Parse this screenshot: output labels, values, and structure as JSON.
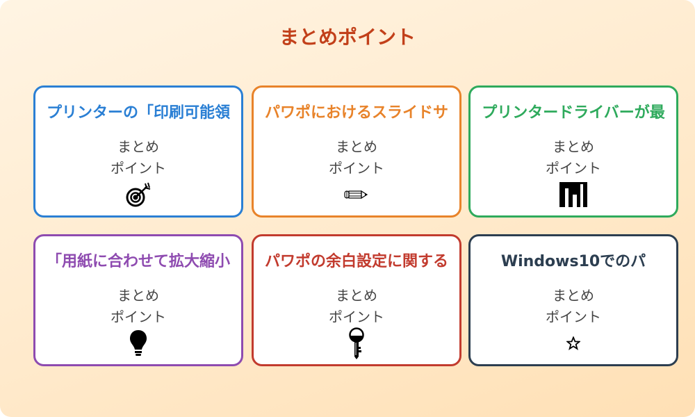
{
  "header": {
    "title": "まとめポイント"
  },
  "colors": {
    "title": "#c2401a",
    "body_text": "#444444",
    "background_start": "#fff4e3",
    "background_end": "#ffe0b5"
  },
  "cards": [
    {
      "title": "プリンターの「印刷可能領",
      "line1": "まとめ",
      "line2": "ポイント",
      "icon": "target-arrow-icon",
      "color": "#2a7fd4"
    },
    {
      "title": "パワポにおけるスライドサ",
      "line1": "まとめ",
      "line2": "ポイント",
      "icon": "pencil-icon",
      "color": "#e8832a"
    },
    {
      "title": "プリンタードライバーが最",
      "line1": "まとめ",
      "line2": "ポイント",
      "icon": "bar-chart-icon",
      "color": "#2eaa5c"
    },
    {
      "title": "「用紙に合わせて拡大縮小",
      "line1": "まとめ",
      "line2": "ポイント",
      "icon": "lightbulb-icon",
      "color": "#8e4bb0"
    },
    {
      "title": "パワポの余白設定に関する",
      "line1": "まとめ",
      "line2": "ポイント",
      "icon": "key-icon",
      "color": "#c23b2e"
    },
    {
      "title": "Windows10でのパ",
      "line1": "まとめ",
      "line2": "ポイント",
      "icon": "star-icon",
      "color": "#2c3e50"
    }
  ]
}
